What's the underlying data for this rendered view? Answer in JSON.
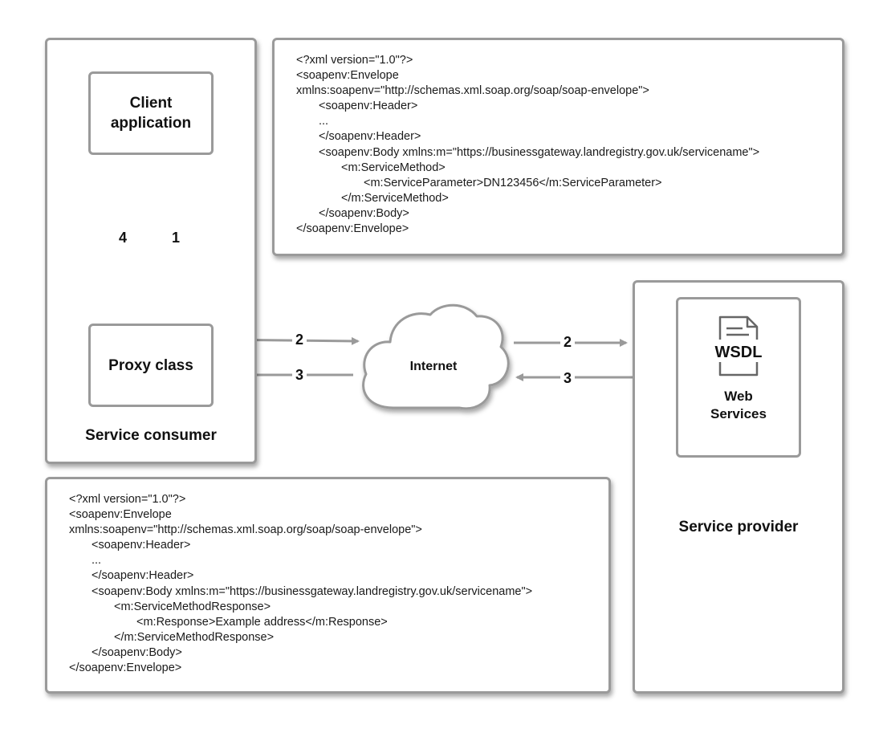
{
  "consumer": {
    "title": "Service consumer",
    "client_app": "Client\napplication",
    "proxy_class": "Proxy class"
  },
  "provider": {
    "title": "Service provider",
    "web_services": "Web\nServices",
    "wsdl": "WSDL"
  },
  "internet": "Internet",
  "steps": {
    "s1": "1",
    "s2": "2",
    "s3": "3",
    "s4": "4"
  },
  "request_xml": [
    "<?xml version=\"1.0\"?>",
    "<soapenv:Envelope",
    "xmlns:soapenv=\"http://schemas.xml.soap.org/soap/soap-envelope\">",
    "<soapenv:Header>",
    "...",
    "</soapenv:Header>",
    "<soapenv:Body xmlns:m=\"https://businessgateway.landregistry.gov.uk/servicename\">",
    "<m:ServiceMethod>",
    "<m:ServiceParameter>DN123456</m:ServiceParameter>",
    "</m:ServiceMethod>",
    "</soapenv:Body>",
    "</soapenv:Envelope>"
  ],
  "response_xml": [
    "<?xml version=\"1.0\"?>",
    "<soapenv:Envelope",
    "xmlns:soapenv=\"http://schemas.xml.soap.org/soap/soap-envelope\">",
    "<soapenv:Header>",
    "...",
    "</soapenv:Header>",
    "<soapenv:Body xmlns:m=\"https://businessgateway.landregistry.gov.uk/servicename\">",
    "<m:ServiceMethodResponse>",
    "<m:Response>Example address</m:Response>",
    "</m:ServiceMethodResponse>",
    "</soapenv:Body>",
    "</soapenv:Envelope>"
  ],
  "colors": {
    "border": "#9a9a9a",
    "arrow": "#9a9a9a",
    "text": "#111111"
  }
}
